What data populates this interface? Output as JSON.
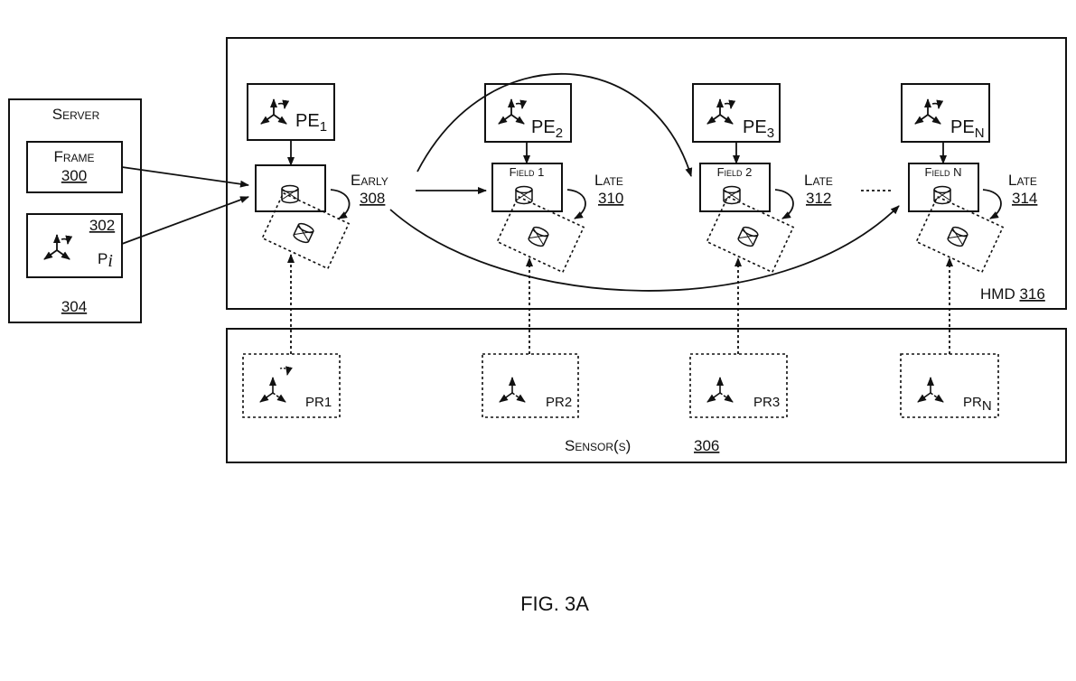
{
  "figure_caption": "FIG. 3A",
  "server": {
    "title": "Server",
    "ref": "304"
  },
  "frame": {
    "label": "Frame",
    "ref": "300"
  },
  "pose_initial": {
    "label": "P",
    "subscript": "i",
    "ref": "302"
  },
  "hmd": {
    "label": "HMD",
    "ref": "316"
  },
  "sensors": {
    "label": "Sensor(s)",
    "ref": "306"
  },
  "estimated_poses": [
    {
      "label": "PE",
      "subscript": "1"
    },
    {
      "label": "PE",
      "subscript": "2"
    },
    {
      "label": "PE",
      "subscript": "3"
    },
    {
      "label": "PE",
      "subscript": "N"
    }
  ],
  "render_boxes": [
    {
      "label": ""
    },
    {
      "label": "Field 1"
    },
    {
      "label": "Field 2"
    },
    {
      "label": "Field N"
    }
  ],
  "warps": [
    {
      "label": "Early",
      "ref": "308"
    },
    {
      "label": "Late",
      "ref": "310"
    },
    {
      "label": "Late",
      "ref": "312"
    },
    {
      "label": "Late",
      "ref": "314"
    }
  ],
  "real_poses": [
    {
      "label": "PR",
      "subscript": "1"
    },
    {
      "label": "PR",
      "subscript": "2"
    },
    {
      "label": "PR",
      "subscript": "3"
    },
    {
      "label": "PR",
      "subscript": "N"
    }
  ]
}
